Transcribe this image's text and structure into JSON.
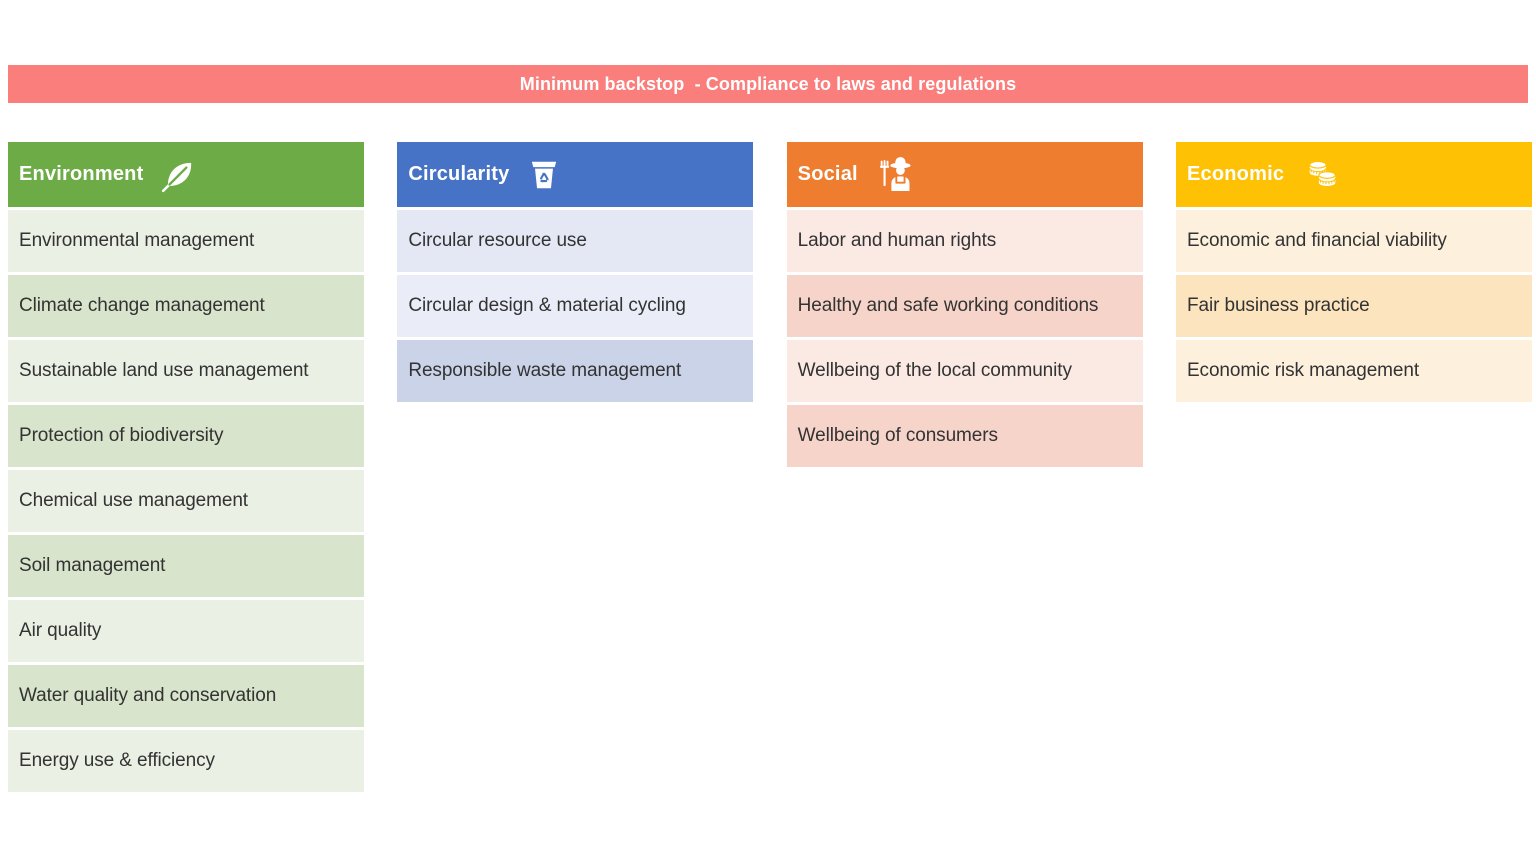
{
  "banner": {
    "label": "Minimum backstop  - Compliance to laws and regulations",
    "bg": "#F97E7C",
    "text_color": "#FFFFFF"
  },
  "columns": [
    {
      "id": "environment",
      "label": "Environment",
      "icon": "leaf-icon",
      "header_bg": "#6CAB45",
      "rows": [
        {
          "label": "Environmental management",
          "bg": "#EBF0E5"
        },
        {
          "label": "Climate change management",
          "bg": "#D8E4CB"
        },
        {
          "label": "Sustainable land use management",
          "bg": "#EBF0E5"
        },
        {
          "label": "Protection of biodiversity",
          "bg": "#D8E4CB"
        },
        {
          "label": "Chemical use management",
          "bg": "#EBF0E5"
        },
        {
          "label": "Soil management",
          "bg": "#D8E4CB"
        },
        {
          "label": "Air quality",
          "bg": "#EBF0E5"
        },
        {
          "label": "Water quality and conservation",
          "bg": "#D8E4CB"
        },
        {
          "label": "Energy use & efficiency",
          "bg": "#EBF0E5"
        }
      ]
    },
    {
      "id": "circularity",
      "label": "Circularity",
      "icon": "recycle-bin-icon",
      "header_bg": "#4673C5",
      "rows": [
        {
          "label": "Circular resource use",
          "bg": "#E3E8F4"
        },
        {
          "label": "Circular design & material cycling",
          "bg": "#EAEDF7"
        },
        {
          "label": "Responsible waste management",
          "bg": "#CBD3E9"
        }
      ]
    },
    {
      "id": "social",
      "label": "Social",
      "icon": "farmer-icon",
      "header_bg": "#EE7D2F",
      "rows": [
        {
          "label": "Labor and human rights",
          "bg": "#FBE9E4"
        },
        {
          "label": "Healthy and safe working conditions",
          "bg": "#F6D4C9"
        },
        {
          "label": "Wellbeing of the local community",
          "bg": "#FBE9E4"
        },
        {
          "label": "Wellbeing of consumers",
          "bg": "#F6D4C9"
        }
      ]
    },
    {
      "id": "economic",
      "label": "Economic",
      "icon": "coins-icon",
      "header_bg": "#FEC103",
      "rows": [
        {
          "label": "Economic and financial viability",
          "bg": "#FDF1DE"
        },
        {
          "label": "Fair business practice",
          "bg": "#FCE5BE"
        },
        {
          "label": "Economic risk management",
          "bg": "#FDF1DE"
        }
      ]
    }
  ]
}
